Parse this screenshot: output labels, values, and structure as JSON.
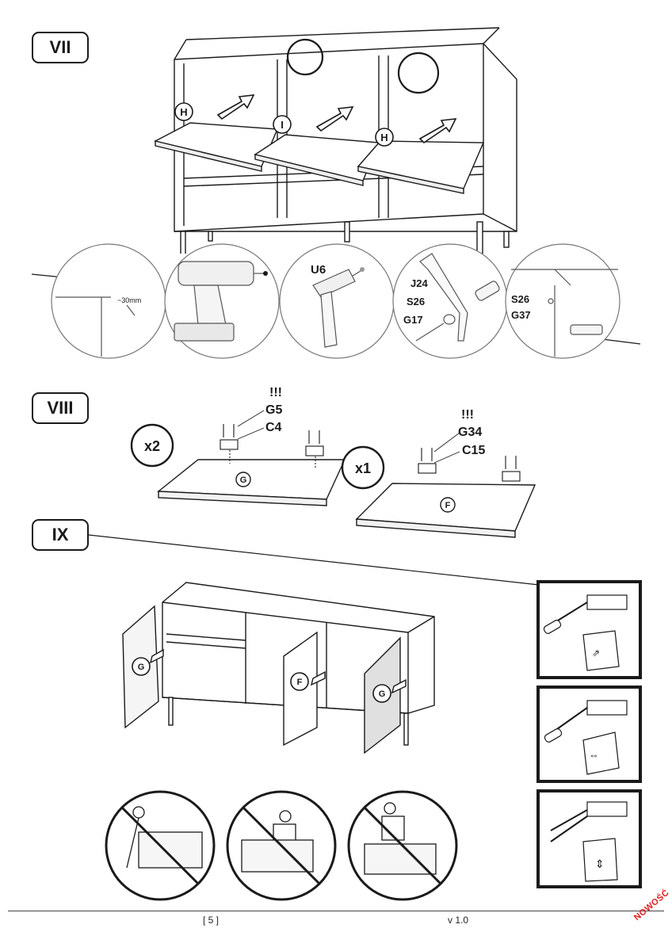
{
  "steps": {
    "s7": "VII",
    "s8": "VIII",
    "s9": "IX"
  },
  "step7": {
    "shelf_labels": [
      "H",
      "I",
      "H"
    ]
  },
  "tools": {
    "measurement": "~30mm",
    "hammer_part": "U6",
    "bracket_parts": [
      "J24",
      "S26",
      "G17"
    ],
    "wall_parts": [
      "S26",
      "G37"
    ]
  },
  "step8": {
    "left": {
      "multiplier": "x2",
      "warning": "!!!",
      "screw": "G5",
      "hinge": "C4",
      "panel": "G"
    },
    "right": {
      "multiplier": "x1",
      "warning": "!!!",
      "screw": "G34",
      "hinge": "C15",
      "panel": "F"
    }
  },
  "step9": {
    "door_labels": [
      "G",
      "F",
      "G"
    ]
  },
  "footer": {
    "page": "[ 5 ]",
    "version": "v 1.0",
    "stamp": "NOWOŚĆ"
  },
  "colors": {
    "ink": "#1a1a1a",
    "stamp": "#e02020",
    "light_fill": "#f2f2f2"
  }
}
